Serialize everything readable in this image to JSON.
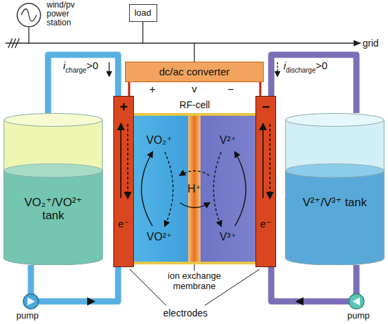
{
  "diagram": {
    "nodes": [
      {
        "text": [
          "wind/pv power station"
        ]
      },
      {
        "text": [
          "load"
        ]
      },
      {
        "text": [
          "dc/ac converter"
        ]
      },
      {
        "text": [
          "VO₂⁺/VO²⁺ tank"
        ]
      },
      {
        "text": [
          "RF-cell"
        ]
      },
      {
        "text": [
          "+",
          "e⁻"
        ],
        "in": 4
      },
      {
        "text": [
          "−",
          "e⁻"
        ],
        "in": 4
      },
      {
        "text": [
          "V²⁺/V³⁺ tank"
        ]
      }
    ],
    "edges": [
      {
        "from": 2,
        "to": 5,
        "arrow": "none"
      },
      {
        "from": 2,
        "to": 6,
        "arrow": "none"
      },
      {
        "from": 3,
        "to": 5,
        "arrow": "none"
      },
      {
        "from": 7,
        "to": 6,
        "arrow": "none"
      },
      {
        "from": 3,
        "to": 5,
        "arrow": "none"
      },
      {
        "from": 7,
        "to": 6,
        "arrow": "none"
      }
    ],
    "labels": [
      "i",
      "charge",
      ">0",
      "i",
      "discharge",
      ">0",
      "+",
      "v",
      "−",
      "grid",
      "VO₂⁺",
      "V²⁺",
      "H⁺",
      "VO²⁺",
      "V³⁺",
      "ion exchange membrane",
      "electrodes",
      "pump",
      "pump"
    ]
  }
}
